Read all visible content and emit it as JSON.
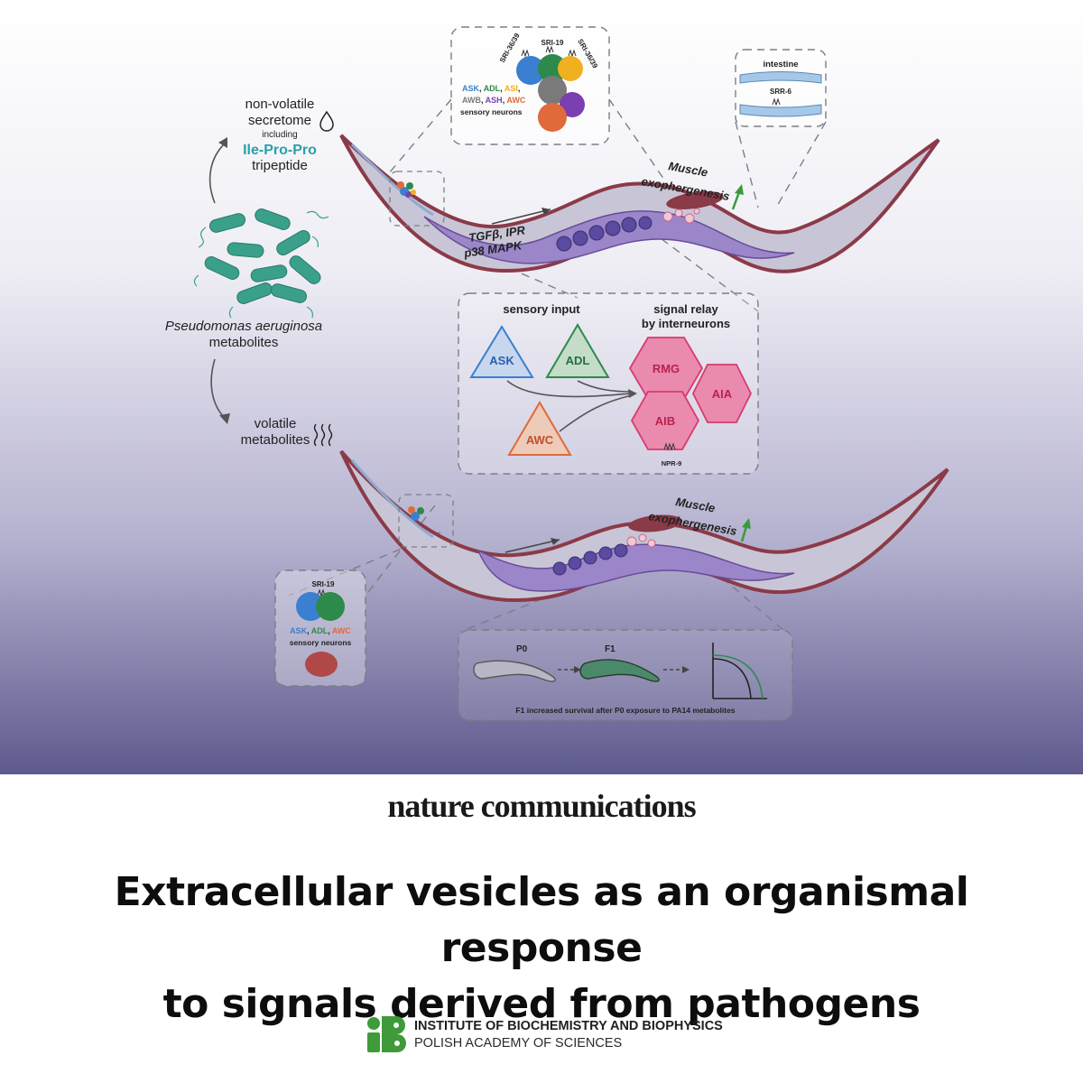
{
  "figure": {
    "top_left_labels": {
      "nonvolatile_line1": "non-volatile",
      "nonvolatile_line2": "secretome",
      "nonvolatile_line3": "including",
      "tripeptide_name": "Ile-Pro-Pro",
      "tripeptide_word": "tripeptide",
      "bacteria_line1": "Pseudomonas aeruginosa",
      "bacteria_line2": "metabolites",
      "volatile_line1": "volatile",
      "volatile_line2": "metabolites"
    },
    "top_inset": {
      "receptor_left": "SRI-36/39",
      "receptor_middle": "SRI-19",
      "receptor_right": "SRI-36/39",
      "neurons_row1": [
        "ASK",
        "ADL",
        "ASI"
      ],
      "neurons_row2": [
        "AWB",
        "ASH",
        "AWC"
      ],
      "caption": "sensory neurons"
    },
    "intestine_inset": {
      "label": "intestine",
      "receptor": "SRR-6"
    },
    "worm_top": {
      "pathways_line1": "TGFβ, IPR",
      "pathways_line2": "p38 MAPK",
      "muscle_line1": "Muscle",
      "muscle_line2": "exophergenesis"
    },
    "circuit": {
      "sensory_title": "sensory input",
      "relay_title_line1": "signal relay",
      "relay_title_line2": "by interneurons",
      "sensory_neurons": [
        "ASK",
        "ADL",
        "AWC"
      ],
      "interneurons": [
        "RMG",
        "AIA",
        "AIB"
      ],
      "receptor": "NPR-9"
    },
    "worm_bottom": {
      "muscle_line1": "Muscle",
      "muscle_line2": "exophergenesis"
    },
    "bottom_left_inset": {
      "receptor": "SRI-19",
      "neurons": [
        "ASK",
        "ADL",
        "AWC"
      ],
      "caption": "sensory neurons"
    },
    "survival_inset": {
      "gen0": "P0",
      "gen1": "F1",
      "caption": "F1 increased survival after P0 exposure to PA14 metabolites"
    },
    "colors": {
      "ask": "#3a7fd0",
      "adl": "#2d8a4a",
      "awc": "#e06a3a",
      "asi": "#f0b020",
      "awb": "#7a7a7a",
      "ash": "#7a3fb0",
      "interneuron": "#d83b6e",
      "muscle": "#8b3a48",
      "tripeptide": "#2aa0a8"
    }
  },
  "journal": "nature communications",
  "headline": {
    "line1": "Extracellular vesicles as an organismal response",
    "line2": "to signals derived from pathogens"
  },
  "institute": {
    "line1": "INSTITUTE OF BIOCHEMISTRY AND BIOPHYSICS",
    "line2": "POLISH ACADEMY OF SCIENCES"
  }
}
